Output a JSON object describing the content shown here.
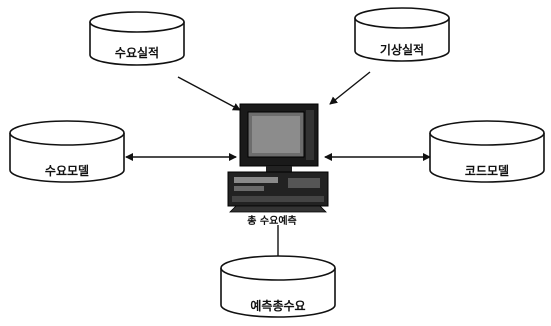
{
  "center": {
    "label": "총 수요예측",
    "icon": "computer-icon"
  },
  "nodes": {
    "demand_results": "수요실적",
    "weather_results": "기상실적",
    "demand_model": "수요모델",
    "code_model": "코드모델",
    "forecast_demand": "예측총수요"
  },
  "colors": {
    "line": "#111111",
    "fill": "#ffffff"
  }
}
